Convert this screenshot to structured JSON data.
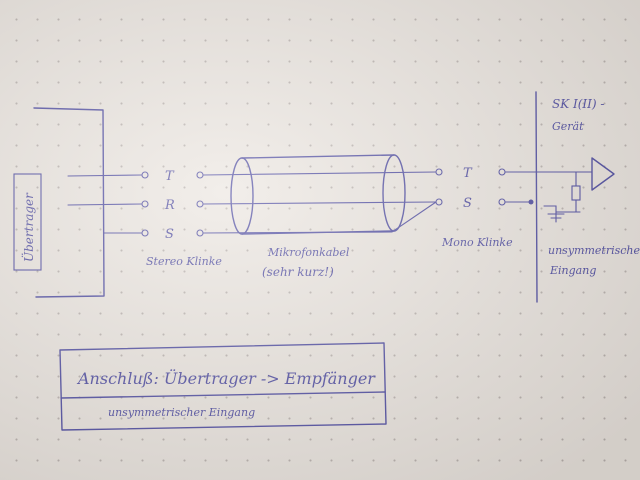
{
  "labels": {
    "uebertrager": "Übertrager",
    "pin_t": "T",
    "pin_r": "R",
    "pin_s": "S",
    "stereo_klinke": "Stereo Klinke",
    "cable_line1": "Mikrofonkabel",
    "cable_line2": "(sehr kurz!)",
    "mono_pin_t": "T",
    "mono_pin_s": "S",
    "mono_klinke": "Mono Klinke",
    "device_line1": "SK I(II) -",
    "device_line2": "Gerät",
    "input_line1": "unsymmetrischer",
    "input_line2": "Eingang"
  },
  "box": {
    "title": "Anschluß: Übertrager -> Empfänger",
    "subtitle": "unsymmetrischer Eingang"
  }
}
